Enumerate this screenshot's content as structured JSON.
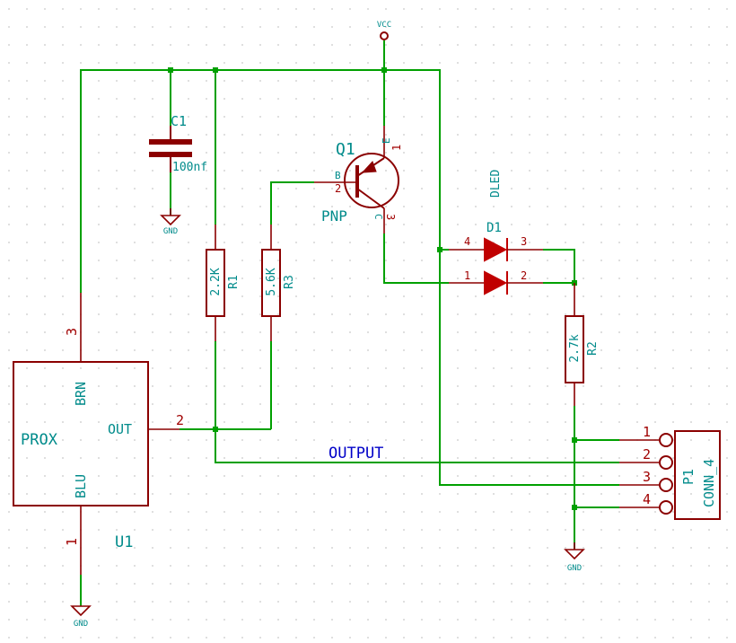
{
  "power": {
    "vcc": "VCC",
    "gnd": "GND"
  },
  "net_label": "OUTPUT",
  "c1": {
    "ref": "C1",
    "value": "100nf"
  },
  "q1": {
    "ref": "Q1",
    "value": "PNP",
    "pins": {
      "b": "B",
      "b_num": "2",
      "e": "E",
      "e_num": "1",
      "c": "C",
      "c_num": "3"
    }
  },
  "r1": {
    "ref": "R1",
    "value": "2.2K"
  },
  "r2": {
    "ref": "R2",
    "value": "2.7k"
  },
  "r3": {
    "ref": "R3",
    "value": "5.6K"
  },
  "d1": {
    "ref": "D1",
    "value": "DLED",
    "pins": [
      "4",
      "3",
      "1",
      "2"
    ]
  },
  "u1": {
    "ref": "U1",
    "value": "PROX",
    "pins": {
      "brn": "BRN",
      "out": "OUT",
      "blu": "BLU",
      "n3": "3",
      "n2": "2",
      "n1": "1"
    }
  },
  "p1": {
    "ref": "P1",
    "value": "CONN_4",
    "pins": [
      "1",
      "2",
      "3",
      "4"
    ]
  },
  "colors": {
    "wire": "#00a000",
    "component": "#8b0000",
    "label": "#008b8b",
    "net": "#0000c8",
    "grid": "#c8c8c8"
  }
}
